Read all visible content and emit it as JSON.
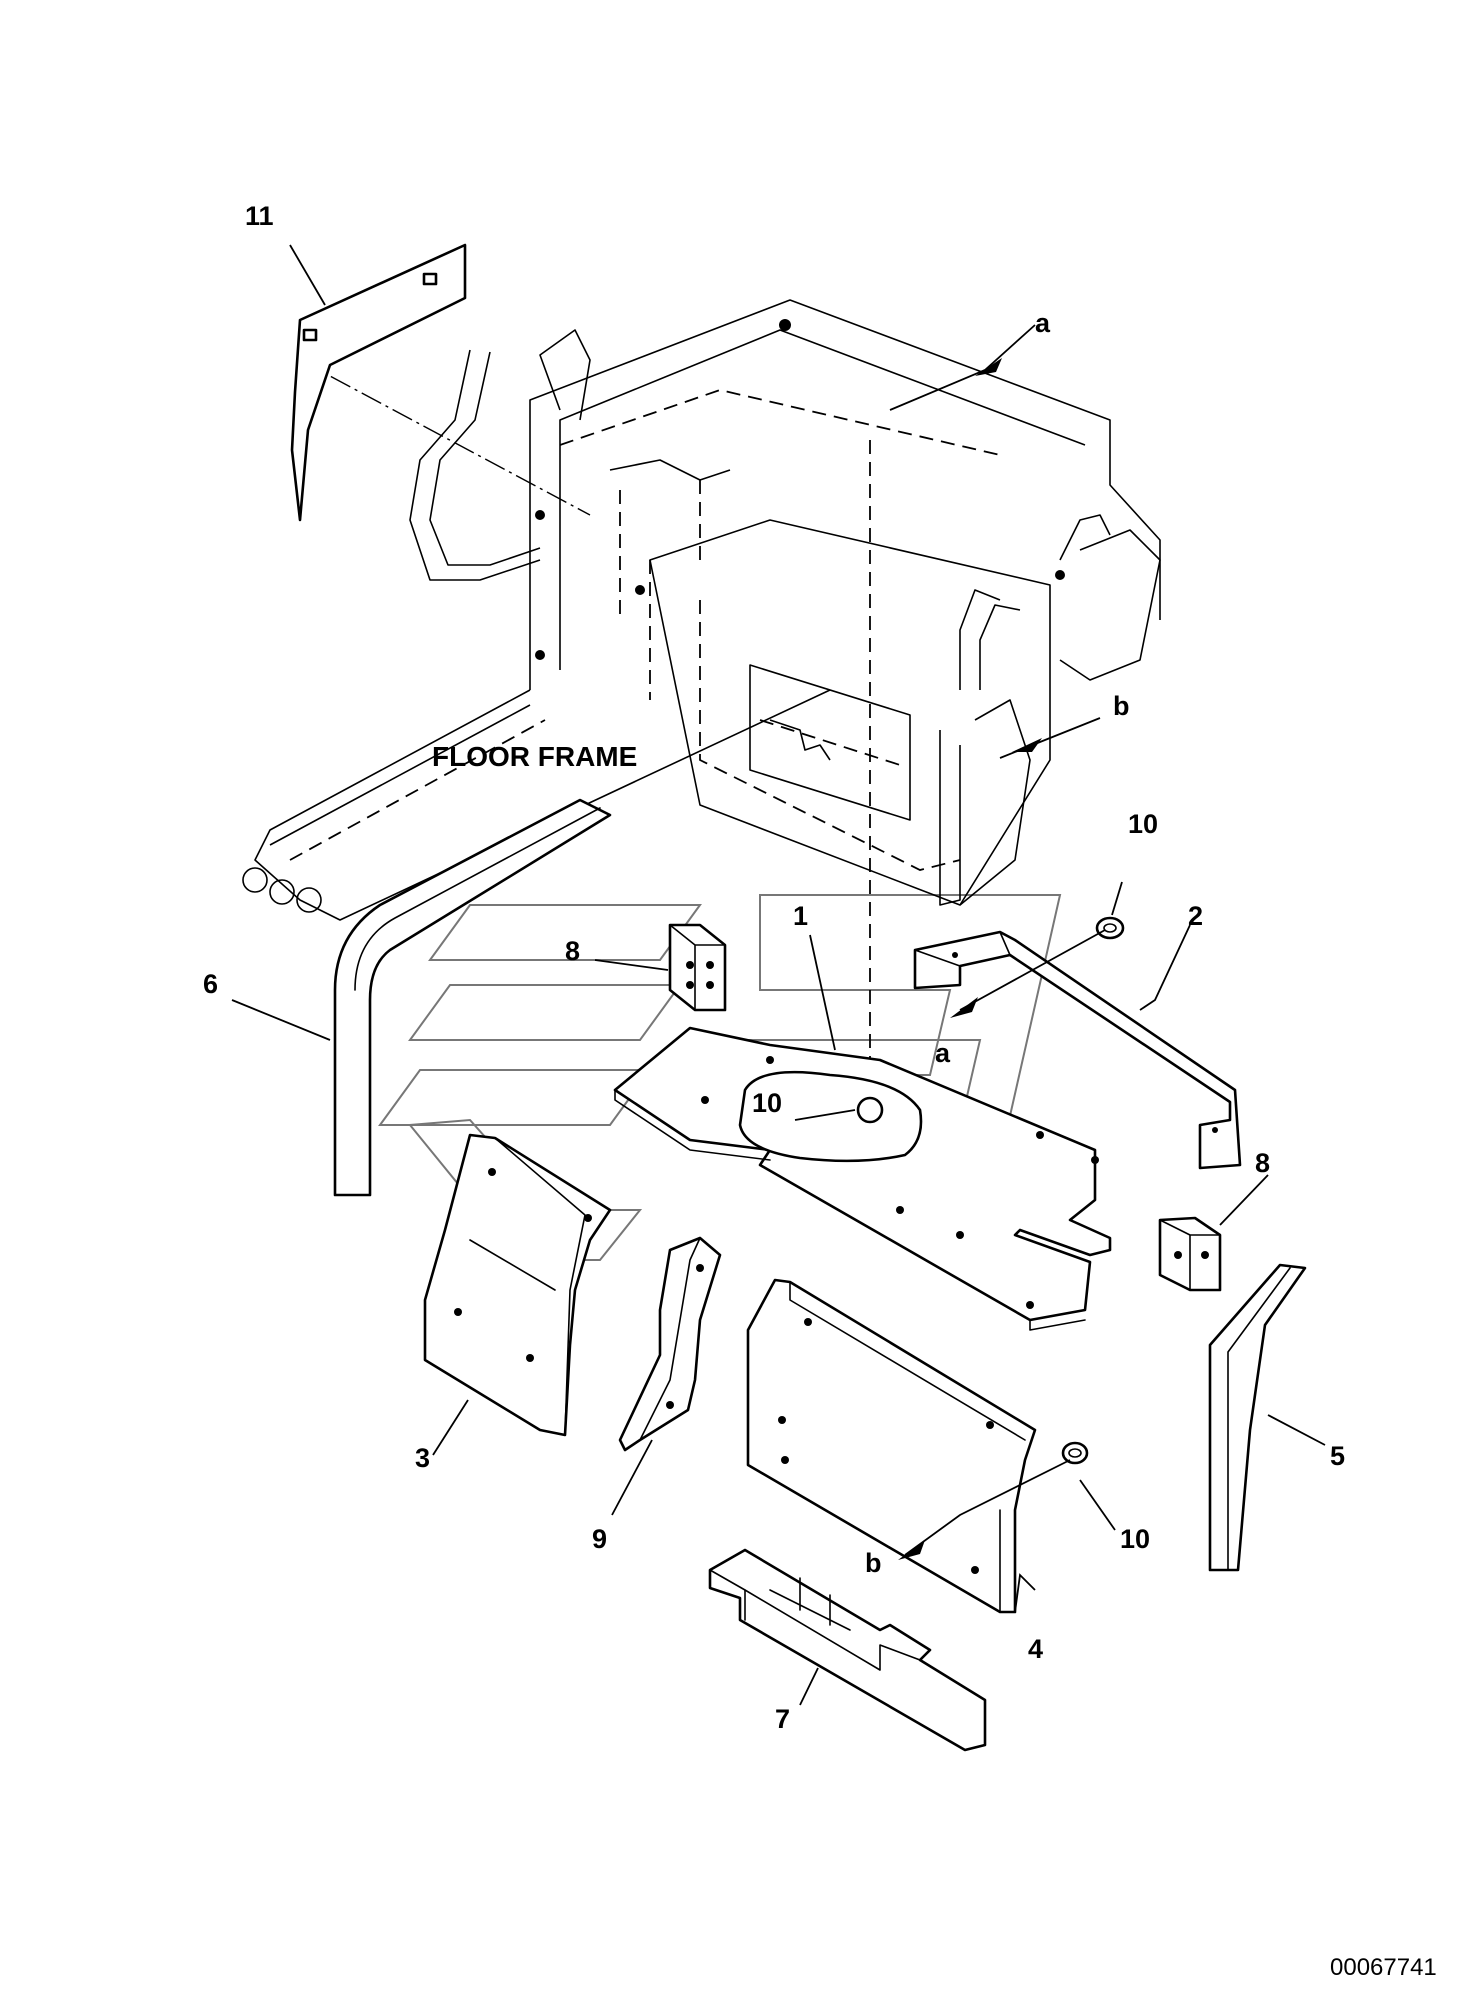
{
  "diagram": {
    "caption": "FLOOR FRAME",
    "document_number": "00067741",
    "callouts": {
      "p1": "1",
      "p2": "2",
      "p3": "3",
      "p4": "4",
      "p5": "5",
      "p6": "6",
      "p7": "7",
      "p8_left": "8",
      "p8_right": "8",
      "p9": "9",
      "p10_top": "10",
      "p10_center": "10",
      "p10_bottom": "10",
      "p11": "11"
    },
    "view_markers": {
      "a_top": "a",
      "a_mid": "a",
      "b_top": "b",
      "b_bottom": "b"
    }
  }
}
